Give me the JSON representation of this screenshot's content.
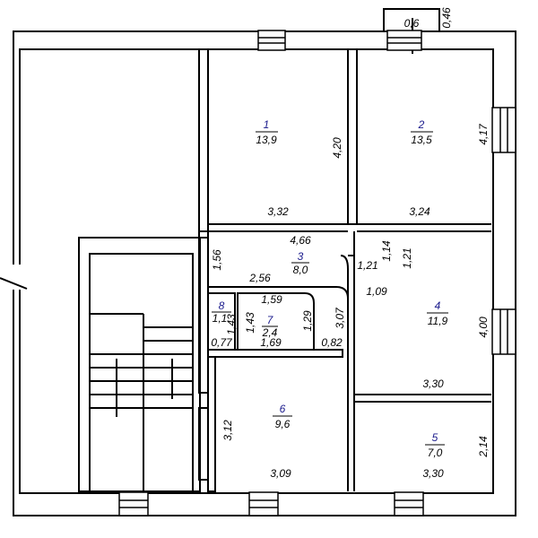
{
  "rooms": [
    {
      "number": "1",
      "area": "13,9"
    },
    {
      "number": "2",
      "area": "13,5"
    },
    {
      "number": "3",
      "area": "8,0"
    },
    {
      "number": "4",
      "area": "11,9"
    },
    {
      "number": "5",
      "area": "7,0"
    },
    {
      "number": "6",
      "area": "9,6"
    },
    {
      "number": "7",
      "area": "2,4"
    },
    {
      "number": "8",
      "area": "1,1"
    },
    {
      "number": "",
      "area": "0,6"
    }
  ],
  "dimensions": {
    "r1_h": "4,20",
    "r1_w": "3,32",
    "r2_h": "4,17",
    "r2_w": "3,24",
    "r3_w": "4,66",
    "r3_h": "1,56",
    "r3_w2": "2,56",
    "r3_a": "1,21",
    "r3_b": "1,14",
    "r4_a": "1,21",
    "r4_b": "1,09",
    "r4_h": "4,00",
    "r4_w": "3,30",
    "r5_w": "3,30",
    "r5_h": "2,14",
    "r6_w": "3,09",
    "r6_h": "3,12",
    "r7_w": "1,59",
    "r7_h": "1,43",
    "r7_h2": "1,29",
    "r7_w2": "1,69",
    "r8_h": "1,43",
    "r8_w": "0,77",
    "corr_h": "3,07",
    "corr_w": "0,82",
    "balc_h": "0,46"
  },
  "colors": {
    "wall": "#000000",
    "room_number": "#1a1a8c",
    "background": "#ffffff"
  }
}
